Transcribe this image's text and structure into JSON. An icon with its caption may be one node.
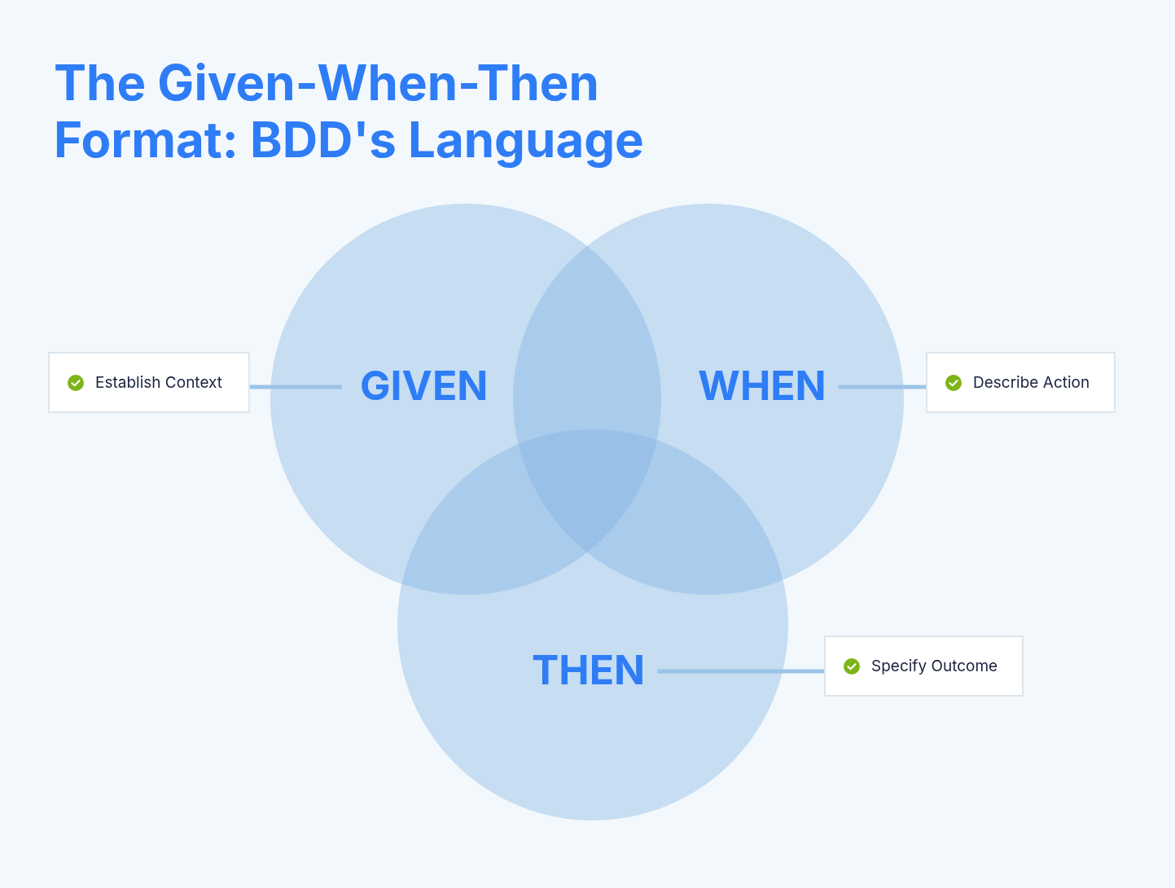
{
  "diagram": {
    "title": "The Given-When-Then Format: BDD's Language",
    "nodes": [
      {
        "text": [
          "GIVEN"
        ]
      },
      {
        "text": [
          "WHEN"
        ]
      },
      {
        "text": [
          "THEN"
        ]
      },
      {
        "text": [
          "Establish Context"
        ]
      },
      {
        "text": [
          "Describe Action"
        ]
      },
      {
        "text": [
          "Specify Outcome"
        ]
      }
    ],
    "edges": [
      {
        "from": 3,
        "to": 0,
        "arrow": "none"
      },
      {
        "from": 1,
        "to": 4,
        "arrow": "none"
      },
      {
        "from": 2,
        "to": 5,
        "arrow": "none"
      }
    ]
  }
}
